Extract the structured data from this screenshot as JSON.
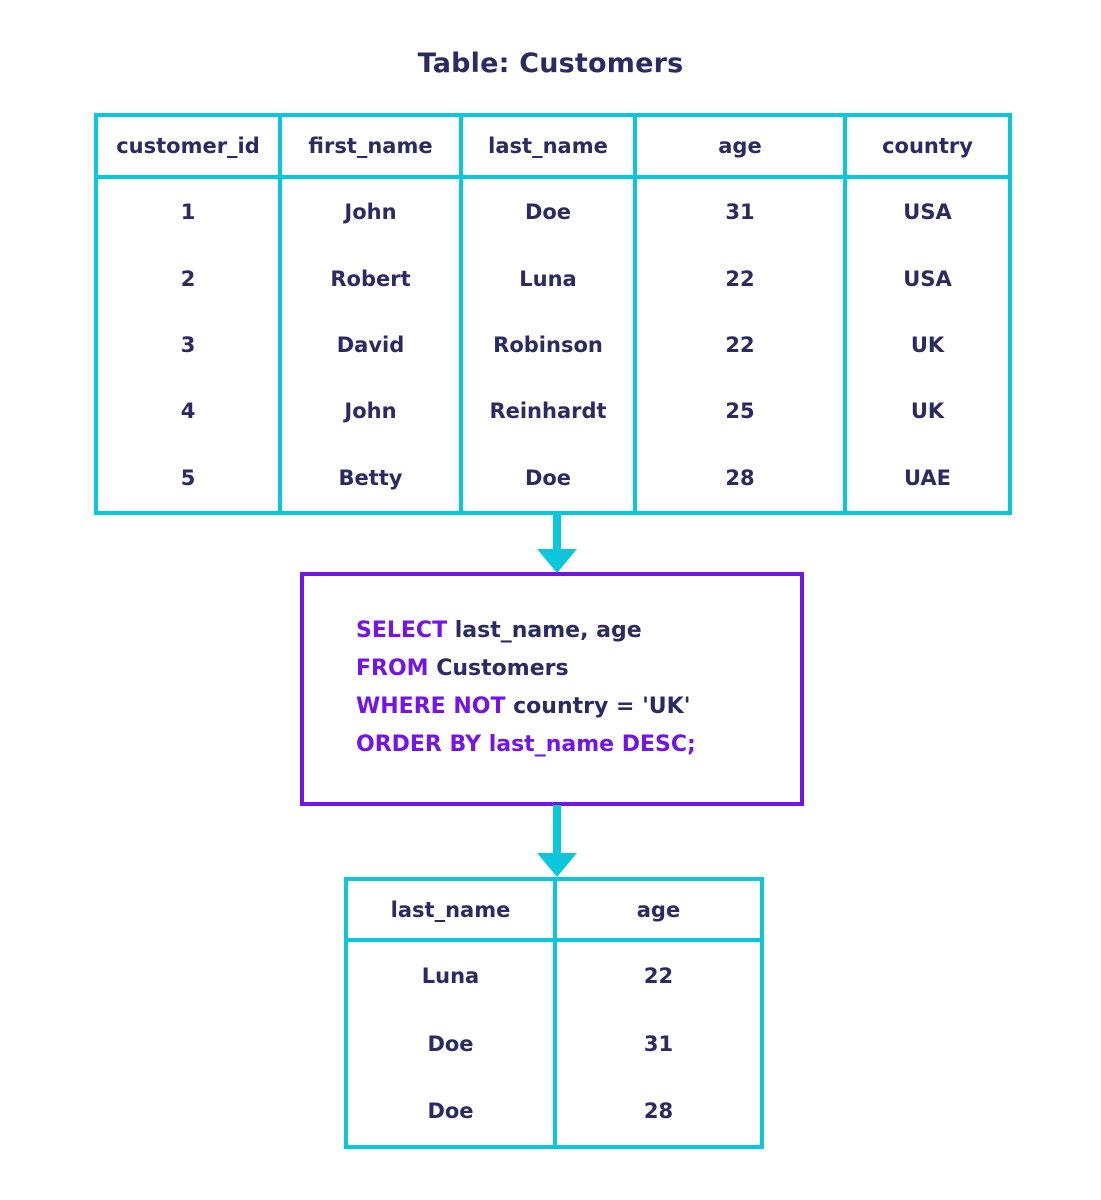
{
  "title": "Table: Customers",
  "source_table": {
    "name": "Customers",
    "columns": [
      "customer_id",
      "first_name",
      "last_name",
      "age",
      "country"
    ],
    "rows": [
      [
        "1",
        "John",
        "Doe",
        "31",
        "USA"
      ],
      [
        "2",
        "Robert",
        "Luna",
        "22",
        "USA"
      ],
      [
        "3",
        "David",
        "Robinson",
        "22",
        "UK"
      ],
      [
        "4",
        "John",
        "Reinhardt",
        "25",
        "UK"
      ],
      [
        "5",
        "Betty",
        "Doe",
        "28",
        "UAE"
      ]
    ]
  },
  "query": {
    "lines": [
      {
        "keyword": "SELECT",
        "rest": " last_name, age"
      },
      {
        "keyword": "FROM",
        "rest": " Customers"
      },
      {
        "keyword": "WHERE NOT",
        "rest": " country = 'UK'"
      },
      {
        "keyword": "ORDER BY",
        "rest": " last_name DESC;"
      }
    ]
  },
  "result_table": {
    "columns": [
      "last_name",
      "age"
    ],
    "rows": [
      [
        "Luna",
        "22"
      ],
      [
        "Doe",
        "31"
      ],
      [
        "Doe",
        "28"
      ]
    ]
  },
  "colors": {
    "table_border": "#0cc6dc",
    "query_border": "#7414e6",
    "keyword": "#7414e6",
    "text": "#2b2b63",
    "arrow": "#0cc6dc",
    "background": "#ffffff"
  },
  "arrows": [
    "arrow-table-to-query",
    "arrow-query-to-result"
  ]
}
